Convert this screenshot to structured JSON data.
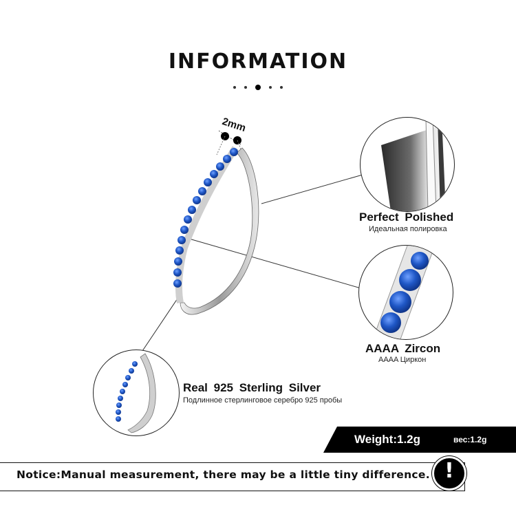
{
  "header": {
    "title": "INFORMATION"
  },
  "dimension": {
    "width_label": "2mm"
  },
  "features": [
    {
      "en": "Perfect  Polished",
      "ru": "Идеальная полировка"
    },
    {
      "en": "AAAA  Zircon",
      "ru": "AAAA Циркон"
    },
    {
      "en": "Real 925  Sterling  Silver",
      "ru": "Подлинное стерлинговое серебро 925 пробы"
    }
  ],
  "weight": {
    "en": "Weight:1.2g",
    "ru": "вес:1.2g"
  },
  "notice": {
    "text": "Notice:Manual measurement, there may be a little tiny difference.",
    "icon": "exclamation-icon"
  },
  "colors": {
    "stone": "#1f57c6",
    "silver": "#d8d8d8",
    "bar": "#000000"
  }
}
